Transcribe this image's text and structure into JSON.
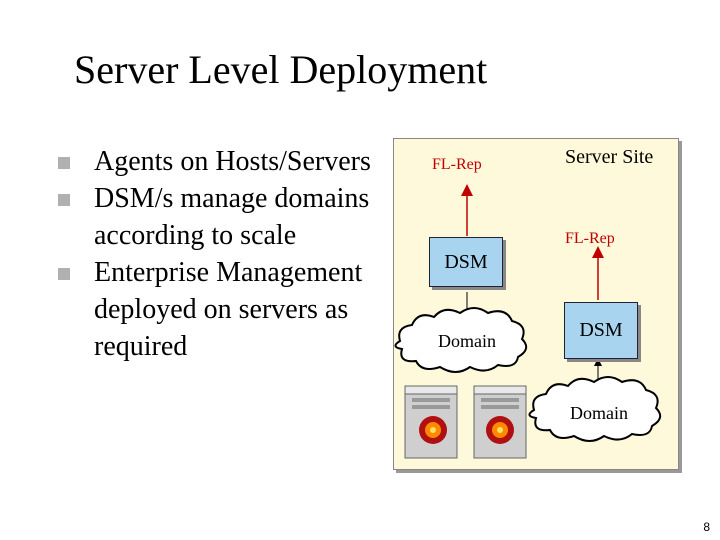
{
  "slide": {
    "title": "Server Level Deployment",
    "bullets": [
      "Agents on Hosts/Servers",
      "DSM/s manage domains according to scale",
      "Enterprise Management deployed on servers as required"
    ],
    "page_number": "8"
  },
  "diagram": {
    "left": {
      "fl_rep": "FL-Rep",
      "dsm": "DSM",
      "domain": "Domain"
    },
    "right": {
      "site_label": "Server Site",
      "fl_rep": "FL-Rep",
      "dsm": "DSM",
      "domain": "Domain"
    },
    "colors": {
      "panel_bg": "#fff9dc",
      "box_fill": "#a8d4f0",
      "arrow": "#c00000"
    },
    "icons": [
      "server-icon",
      "server-icon"
    ]
  }
}
